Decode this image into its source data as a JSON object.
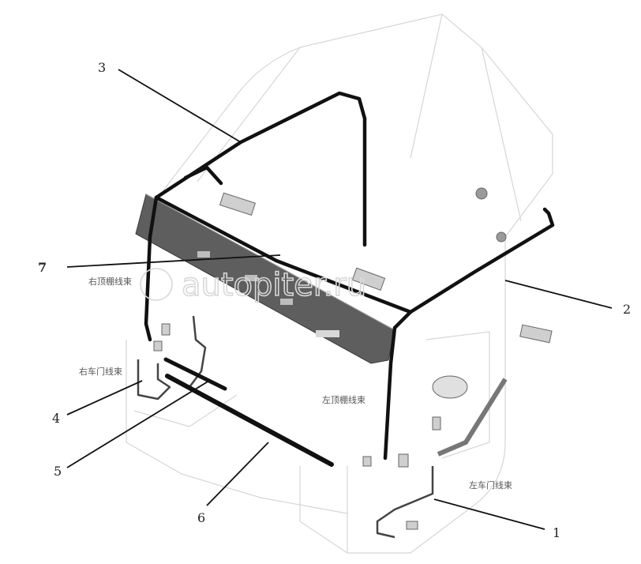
{
  "callouts": {
    "c1": "1",
    "c2": "2",
    "c3": "3",
    "c4": "4",
    "c5": "5",
    "c6": "6",
    "c7": "7"
  },
  "labels": {
    "right_roof_harness": "右顶棚线束",
    "right_door_harness": "右车门线束",
    "left_roof_harness": "左顶棚线束",
    "left_door_harness": "左车门线束"
  },
  "watermark": {
    "text": "autopiter.ru"
  },
  "colors": {
    "harness": "#111111",
    "cab_outline": "#d4d4d4",
    "sun_visor": "#5a5a5a"
  }
}
